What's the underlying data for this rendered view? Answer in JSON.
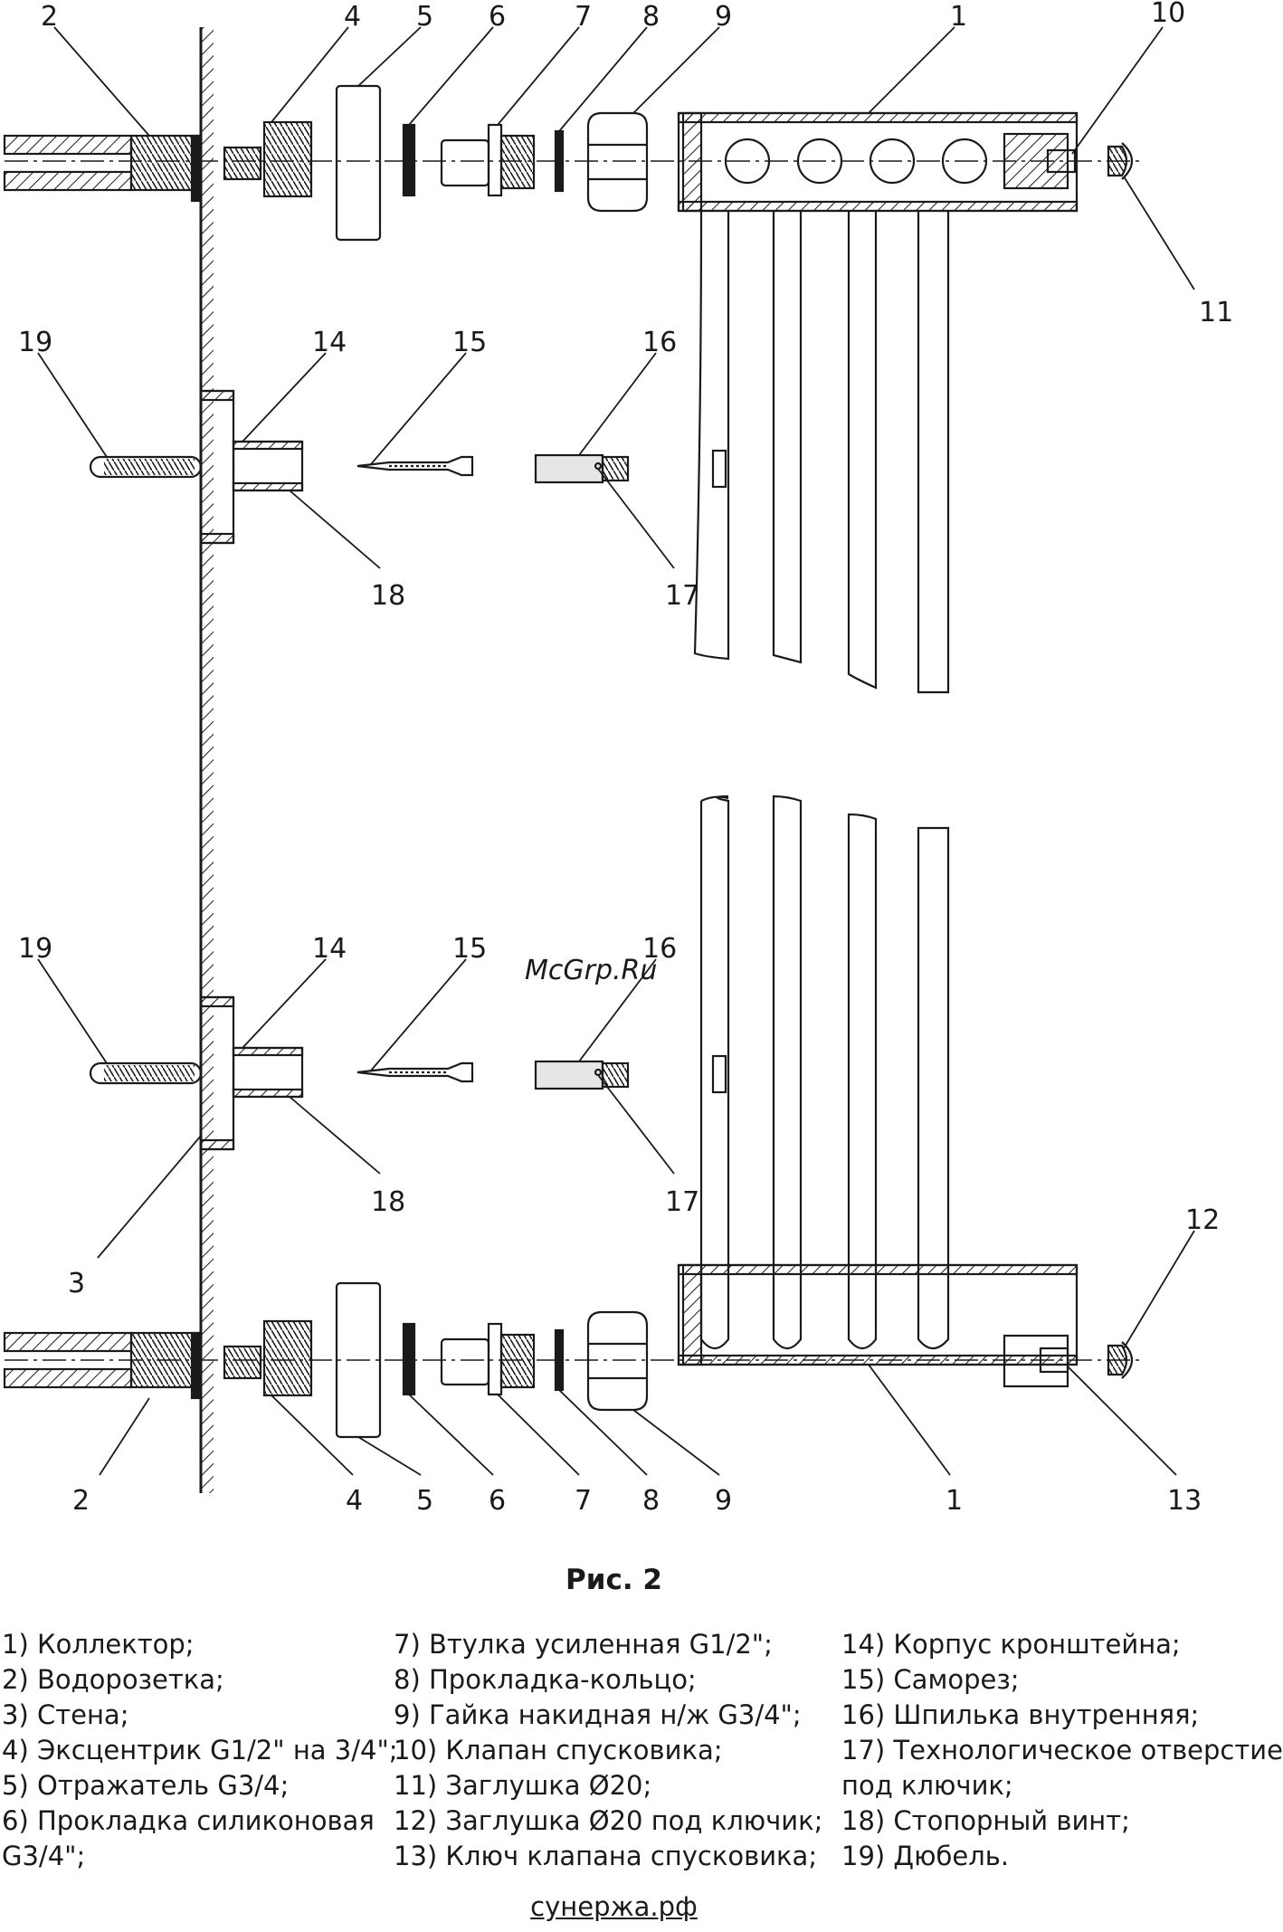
{
  "figure_caption": "Рис. 2",
  "watermark": "McGrp.Ru",
  "footer": "сунержа.рф",
  "callouts": {
    "top_row": [
      "2",
      "4",
      "5",
      "6",
      "7",
      "8",
      "9",
      "1",
      "10",
      "11"
    ],
    "upper_bracket": [
      "19",
      "14",
      "15",
      "16",
      "18",
      "17"
    ],
    "lower_bracket": [
      "19",
      "14",
      "15",
      "16",
      "3",
      "18",
      "17"
    ],
    "bottom_row": [
      "12",
      "2",
      "4",
      "5",
      "6",
      "7",
      "8",
      "9",
      "1",
      "13"
    ]
  },
  "legend": {
    "col1": [
      "1) Коллектор;",
      "2) Водорозетка;",
      "3) Стена;",
      "4) Эксцентрик G1/2\" на 3/4\";",
      "5) Отражатель G3/4;",
      "6) Прокладка силиконовая",
      "G3/4\";"
    ],
    "col2": [
      "7) Втулка усиленная G1/2\";",
      "8) Прокладка-кольцо;",
      "9) Гайка накидная н/ж G3/4\";",
      "10) Клапан спусковика;",
      "11) Заглушка Ø20;",
      "12) Заглушка Ø20 под ключик;",
      "13) Ключ клапана спусковика;"
    ],
    "col3": [
      "14) Корпус кронштейна;",
      "15) Саморез;",
      "16) Шпилька внутренняя;",
      "17) Технологическое отверстие",
      "под ключик;",
      "18) Стопорный винт;",
      "19) Дюбель."
    ]
  },
  "colors": {
    "line": "#1a1a1a",
    "fill_gray": "#e6e6e6",
    "watermark": "#d23a2b"
  }
}
